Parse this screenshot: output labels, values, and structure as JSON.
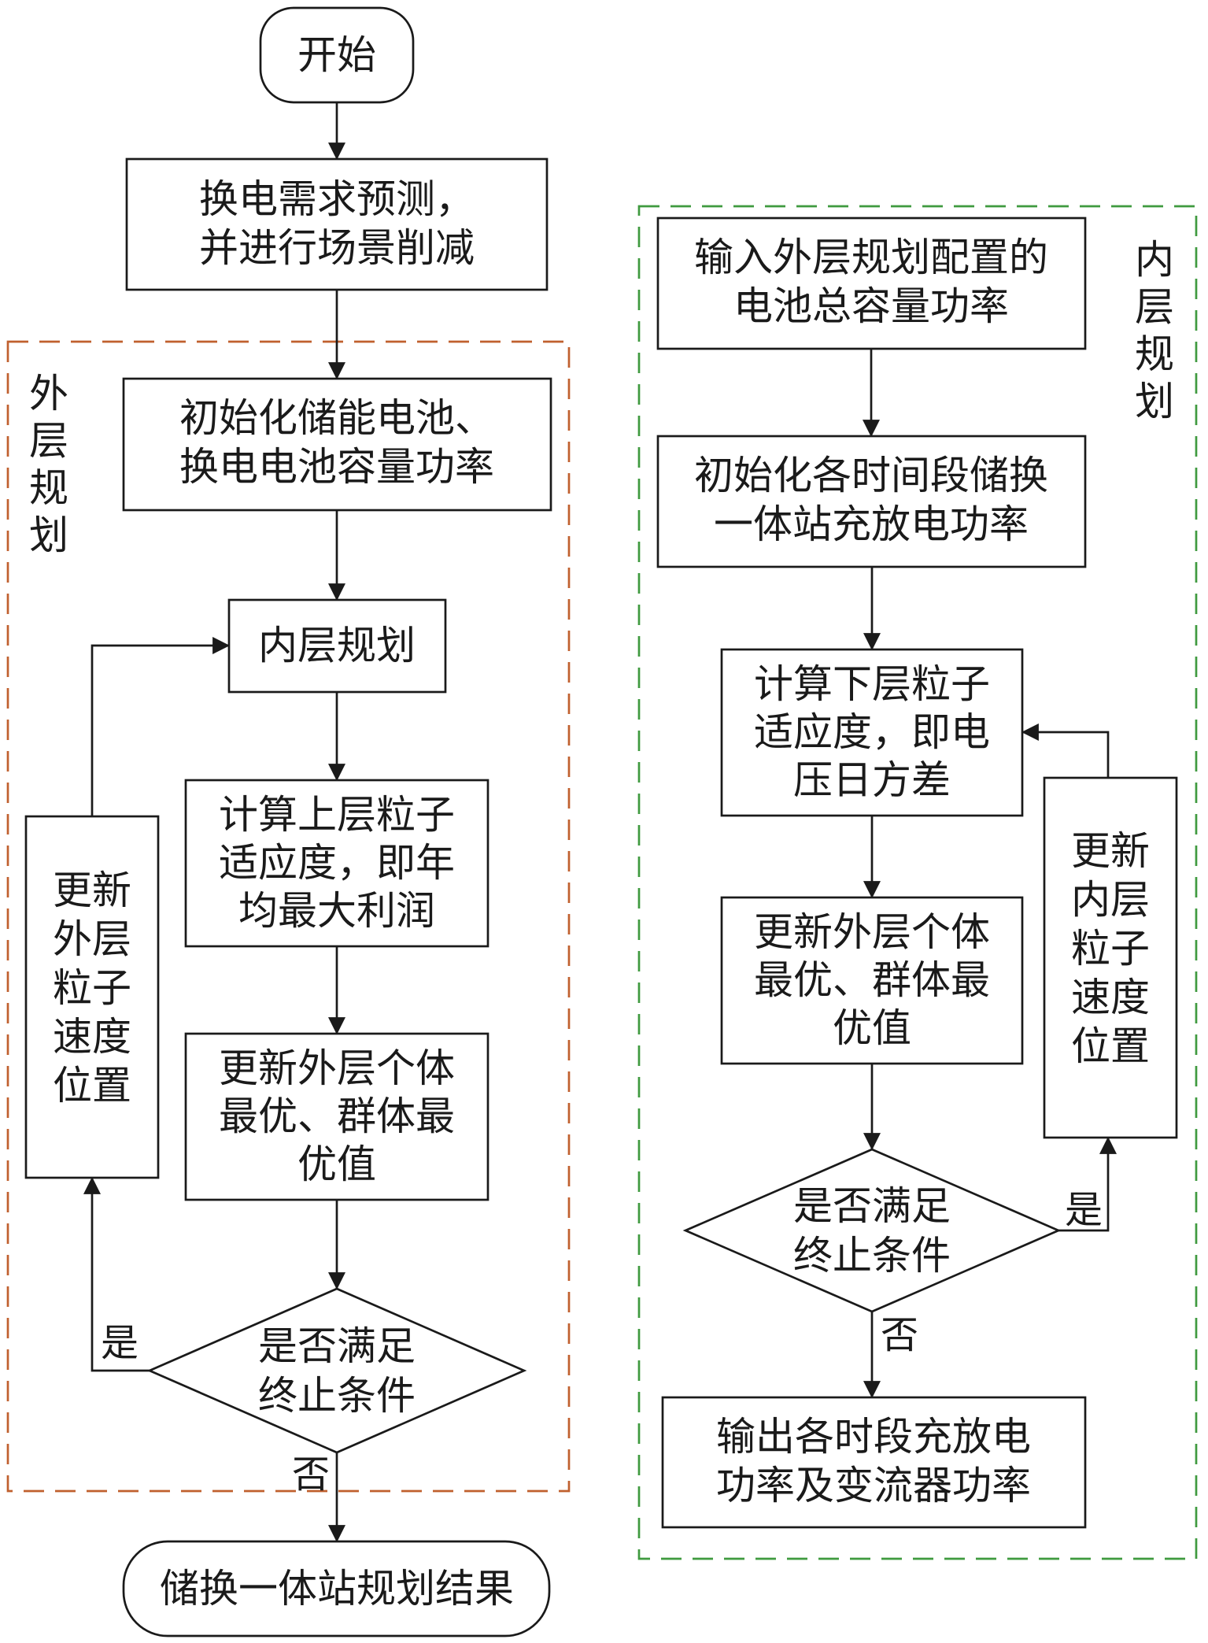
{
  "colors": {
    "outer_frame": "#c0602e",
    "inner_frame": "#3f9a3f",
    "stroke": "#1a1a1a"
  },
  "main": {
    "start": "开始",
    "forecast": [
      "换电需求预测，",
      "并进行场景削减"
    ],
    "end": "储换一体站规划结果"
  },
  "outer": {
    "title": [
      "外",
      "层",
      "规",
      "划"
    ],
    "init": [
      "初始化储能电池、",
      "换电电池容量功率"
    ],
    "inner_call": "内层规划",
    "fitness": [
      "计算上层粒子",
      "适应度，即年",
      "均最大利润"
    ],
    "update_best": [
      "更新外层个体",
      "最优、群体最",
      "优值"
    ],
    "decision": [
      "是否满足",
      "终止条件"
    ],
    "yes": "是",
    "no": "否",
    "update_particles": [
      "更新",
      "外层",
      "粒子",
      "速度",
      "位置"
    ]
  },
  "inner": {
    "title": [
      "内",
      "层",
      "规",
      "划"
    ],
    "input": [
      "输入外层规划配置的",
      "电池总容量功率"
    ],
    "init": [
      "初始化各时间段储换",
      "一体站充放电功率"
    ],
    "fitness": [
      "计算下层粒子",
      "适应度，即电",
      "压日方差"
    ],
    "update_best": [
      "更新外层个体",
      "最优、群体最",
      "优值"
    ],
    "decision": [
      "是否满足",
      "终止条件"
    ],
    "yes": "是",
    "no": "否",
    "update_particles": [
      "更新",
      "内层",
      "粒子",
      "速度",
      "位置"
    ],
    "output": [
      "输出各时段充放电",
      "功率及变流器功率"
    ]
  }
}
